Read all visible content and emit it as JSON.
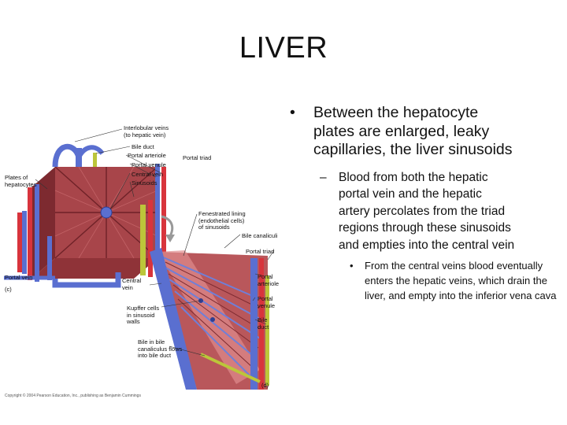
{
  "slide": {
    "title": "LIVER",
    "bullet_1": {
      "marker": "•",
      "text": "Between the hepatocyte plates are enlarged, leaky capillaries, the liver sinusoids"
    },
    "bullet_2": {
      "marker": "–",
      "text": "Blood from both the hepatic portal vein and the hepatic artery percolates from the triad regions through these sinusoids and empties into the central vein"
    },
    "bullet_3": {
      "marker": "•",
      "text": "From the central veins blood eventually enters the hepatic veins, which drain the liver, and empty into the inferior vena cava"
    }
  },
  "figure": {
    "labels": {
      "interlobular_veins_1": "Interlobular veins",
      "interlobular_veins_2": "(to hepatic vein)",
      "bile_duct": "Bile duct",
      "portal_arteriole": "Portal arteriole",
      "portal_venule": "Portal venule",
      "portal_triad_c": "Portal triad",
      "central_vein": "Central vein",
      "sinusoids": "Sinusoids",
      "plates_1": "Plates of",
      "plates_2": "hepatocytes",
      "fenestrated_1": "Fenestrated lining",
      "fenestrated_2": "(endothelial cells)",
      "fenestrated_3": "of sinusoids",
      "bile_canaliculi": "Bile canaliculi",
      "portal_triad_d": "Portal triad",
      "portal_vein": "Portal vein",
      "panel_c": "(c)",
      "central_vein_d_1": "Central",
      "central_vein_d_2": "vein",
      "portal_arteriole_d_1": "Portal",
      "portal_arteriole_d_2": "arteriole",
      "portal_venule_d_1": "Portal",
      "portal_venule_d_2": "venule",
      "bile_duct_d_1": "Bile",
      "bile_duct_d_2": "duct",
      "kupffer_1": "Kupffer cells",
      "kupffer_2": "in sinusoid",
      "kupffer_3": "walls",
      "bile_flow_1": "Bile in bile",
      "bile_flow_2": "canaliculus flows",
      "bile_flow_3": "into bile duct",
      "panel_d": "(d)"
    },
    "copyright": "Copyright © 2004 Pearson Education, Inc., publishing as Benjamin Cummings"
  },
  "colors": {
    "hepatocyte": "#a8454a",
    "hepatocyte_dark": "#7d2a30",
    "vein_blue": "#5a6fd0",
    "artery_red": "#d8343c",
    "bile_green": "#bcc63a"
  }
}
